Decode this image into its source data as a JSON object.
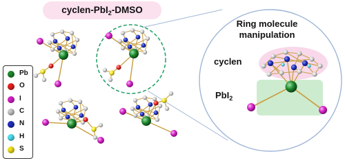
{
  "title": {
    "main": "cyclen-PbI",
    "sub": "2",
    "tail": "-DMSO"
  },
  "zoom_panel": {
    "title": "Ring molecule manipulation",
    "cyclen_label": "cyclen",
    "pbi2_label": {
      "main": "PbI",
      "sub": "2"
    }
  },
  "legend": [
    {
      "symbol": "Pb",
      "color": "#1e8a2e"
    },
    {
      "symbol": "O",
      "color": "#e8201e"
    },
    {
      "symbol": "I",
      "color": "#d61fc8"
    },
    {
      "symbol": "C",
      "color": "#c8c8c8"
    },
    {
      "symbol": "N",
      "color": "#1f2fbf"
    },
    {
      "symbol": "H",
      "color": "#4fe0f0"
    },
    {
      "symbol": "S",
      "color": "#f2e21b"
    }
  ],
  "colors": {
    "bond": "#c9a24a",
    "title_highlight": "#fbe0ee",
    "cyclen_highlight": "#f8d8ea",
    "pbi2_highlight": "#cdeccf",
    "selection_circle": "#2aa36b",
    "zoom_circle": "#9fb6d6"
  }
}
